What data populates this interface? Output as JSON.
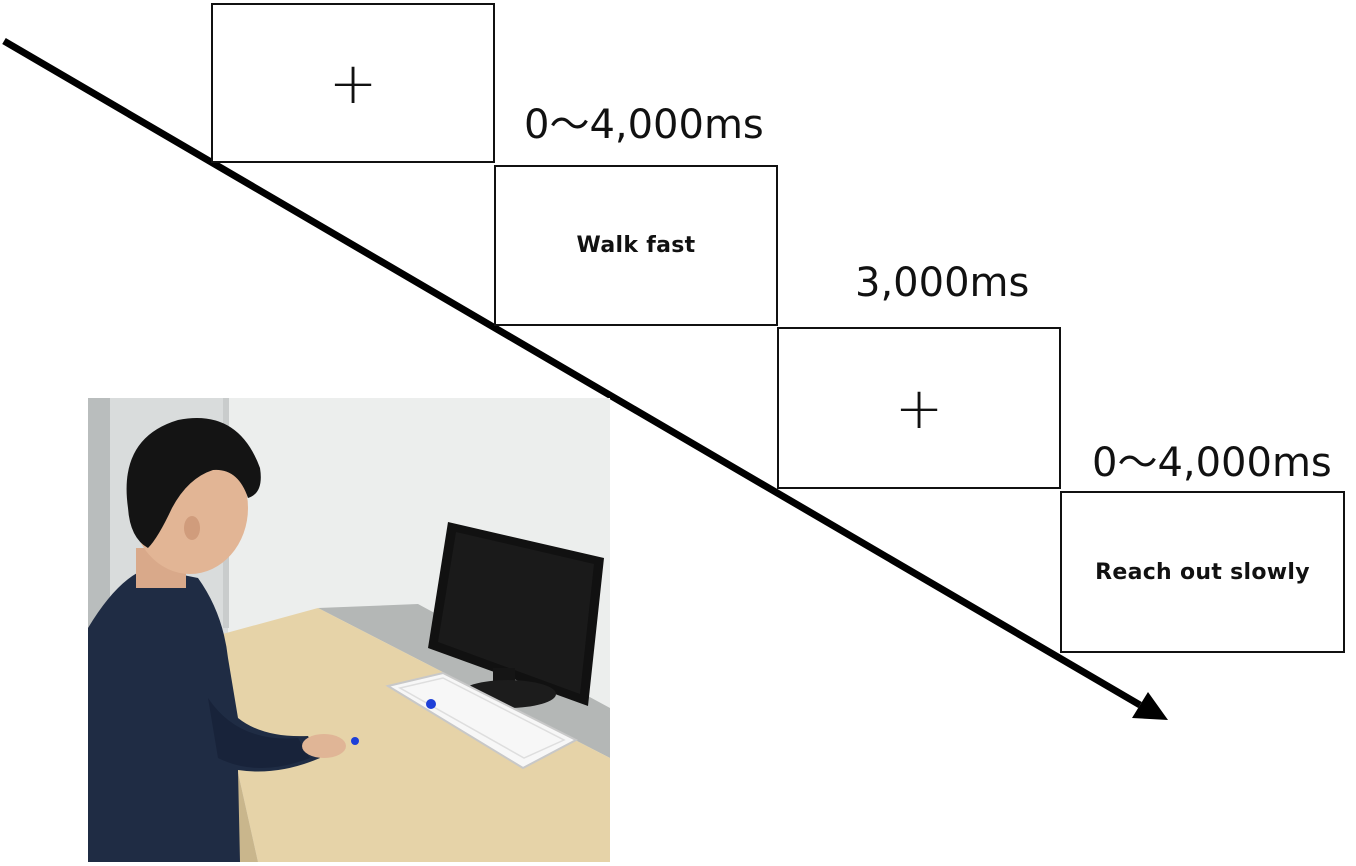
{
  "trial_sequence": [
    {
      "kind": "fixation",
      "symbol": "+"
    },
    {
      "kind": "cue",
      "text": "Walk fast"
    },
    {
      "kind": "fixation",
      "symbol": "+"
    },
    {
      "kind": "cue",
      "text": "Reach out slowly"
    }
  ],
  "durations": [
    "0～4,000ms",
    "3,000ms",
    "0～4,000ms"
  ],
  "photo": {
    "subject": "participant seated at desk with keyboard and monitor"
  },
  "colors": {
    "line": "#000000",
    "shirt": "#1f2c44",
    "desk": "#e6d3a8",
    "wall": "#eceeed"
  }
}
